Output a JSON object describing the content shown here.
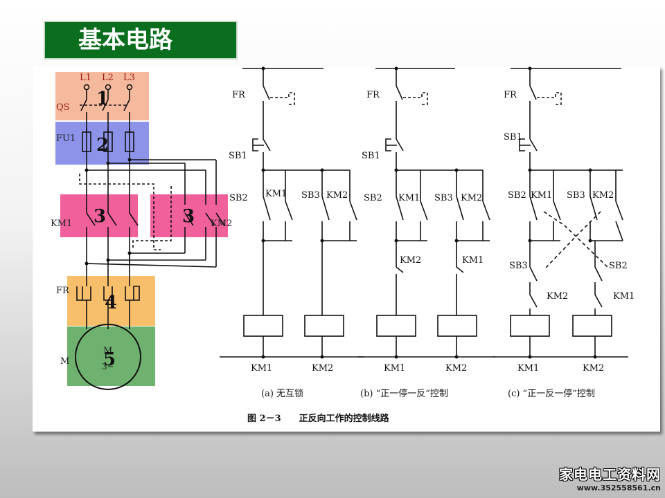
{
  "slide_title": "基本电路",
  "main_circuit": {
    "phases": [
      "L1",
      "L2",
      "L3"
    ],
    "switch_label": "QS",
    "fuse_label": "FU1",
    "contactor_left_label": "KM1",
    "contactor_right_label": "KM2",
    "relay_label": "FR",
    "motor_label": "M",
    "motor_symbol": "M",
    "motor_phase": "3~",
    "region_numbers": [
      "1",
      "2",
      "3",
      "3",
      "4",
      "5"
    ],
    "region_colors": {
      "switch": "#f5b99e",
      "fuse": "#8c93e8",
      "contactor": "#f0609a",
      "relay": "#f7bf6c",
      "motor": "#6fb26f"
    }
  },
  "control_circuits": [
    {
      "labels": [
        "FR",
        "SB1",
        "SB2",
        "KM1",
        "SB3",
        "KM2"
      ],
      "coil_labels": [
        "KM1",
        "KM2"
      ],
      "caption": "(a) 无互锁"
    },
    {
      "labels": [
        "FR",
        "SB1",
        "SB2",
        "KM1",
        "SB3",
        "KM2",
        "KM2",
        "KM1"
      ],
      "coil_labels": [
        "KM1",
        "KM2"
      ],
      "caption": "(b) “正一停一反”控制"
    },
    {
      "labels": [
        "FR",
        "SB1",
        "SB2",
        "KM1",
        "SB3",
        "KM2",
        "SB3",
        "SB2",
        "KM2",
        "KM1"
      ],
      "coil_labels": [
        "KM1",
        "KM2"
      ],
      "caption": "(c) “正一反一停”控制"
    }
  ],
  "figure_caption": "图 2－3　　正反向工作的控制线路",
  "watermark": {
    "name": "家电电工资料网",
    "url": "www.352558561.cn"
  }
}
